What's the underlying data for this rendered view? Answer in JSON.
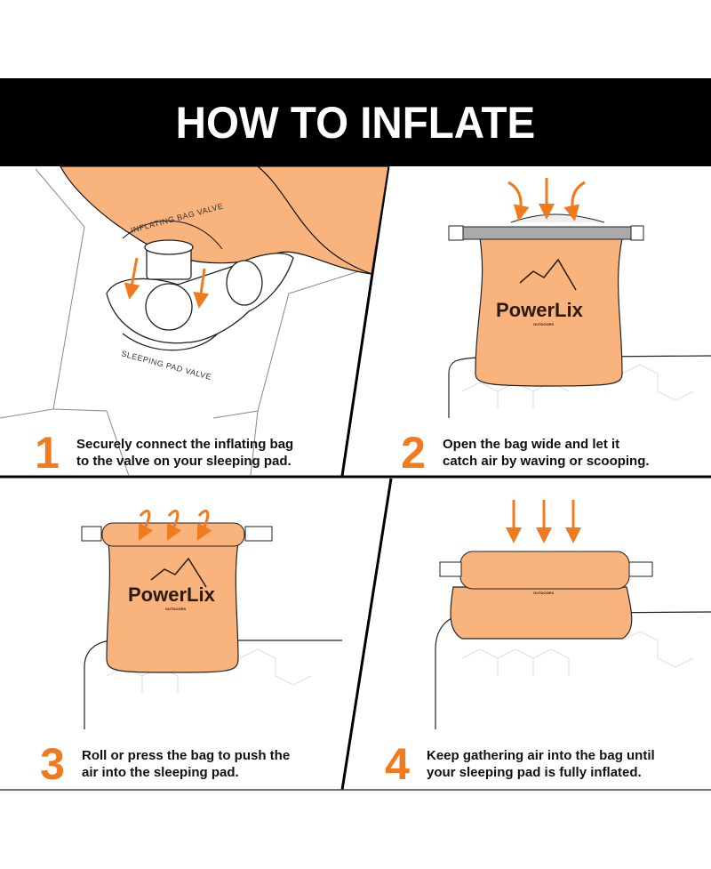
{
  "title": "HOW TO INFLATE",
  "colors": {
    "accent": "#f07b1e",
    "bag": "#f9b47e",
    "header": "#000000"
  },
  "labels": {
    "bag_valve": "INFLATING BAG VALVE",
    "pad_valve": "SLEEPING PAD VALVE"
  },
  "brand": {
    "name": "PowerLix",
    "sub": "OUTDOORS"
  },
  "steps": [
    {
      "number": "1",
      "line1": "Securely connect the inflating bag",
      "line2": "to the valve on your sleeping pad."
    },
    {
      "number": "2",
      "line1": "Open the bag wide and let it",
      "line2": "catch air by waving or scooping."
    },
    {
      "number": "3",
      "line1": "Roll or press the bag to push the",
      "line2": "air into the sleeping pad."
    },
    {
      "number": "4",
      "line1": "Keep gathering air into the bag until",
      "line2": "your sleeping pad is fully inflated."
    }
  ]
}
